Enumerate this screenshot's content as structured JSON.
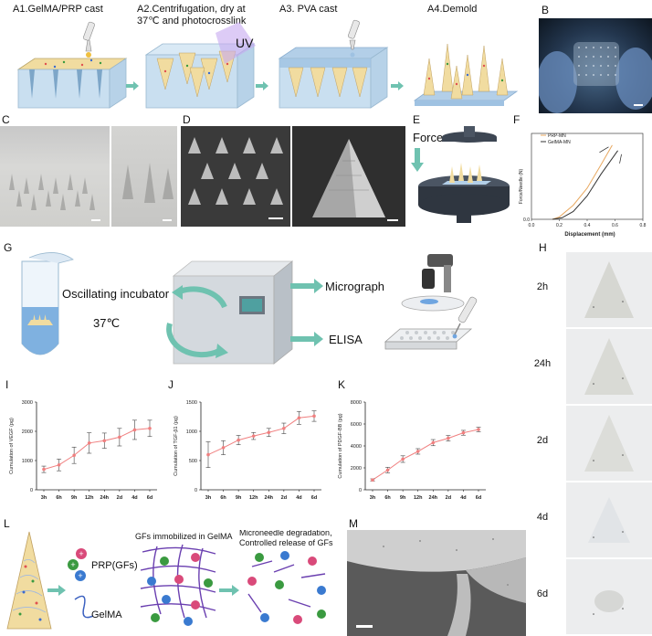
{
  "panels": {
    "A1": "A1.GelMA/PRP cast",
    "A2_line1": "A2.Centrifugation, dry at",
    "A2_line2": "37℃ and photocrosslink",
    "A3": "A3. PVA cast",
    "A4": "A4.Demold",
    "B": "B",
    "C": "C",
    "D": "D",
    "E": "E",
    "F": "F",
    "G": "G",
    "H": "H",
    "I": "I",
    "J": "J",
    "K": "K",
    "L": "L",
    "M": "M"
  },
  "schematic_A": {
    "uv_label": "UV"
  },
  "schematic_E": {
    "force_label": "Force"
  },
  "schematic_G": {
    "incubator_label": "Oscillating incubator",
    "temp_label": "37℃",
    "micrograph_label": "Micrograph",
    "elisa_label": "ELISA"
  },
  "schematic_L": {
    "prp_label": "PRP(GFs)",
    "gelma_label": "GelMA",
    "immob_label": "GFs immobilized in GelMA",
    "degrade_line1": "Microneedle degradation,",
    "degrade_line2": "Controlled release of GFs"
  },
  "h_labels": [
    "2h",
    "24h",
    "2d",
    "4d",
    "6d"
  ],
  "chart_data": [
    {
      "id": "F",
      "type": "line",
      "xlabel": "Displacement (mm)",
      "ylabel": "Force/Needle (N)",
      "xlim": [
        0,
        0.8
      ],
      "xticks": [
        "0.0",
        "0.2",
        "0.4",
        "0.6",
        "0.8"
      ],
      "yticks": [
        "0.0"
      ],
      "legend_position": "top-left",
      "series": [
        {
          "name": "PRP-MN",
          "color": "#e8a860",
          "x": [
            0.15,
            0.2,
            0.3,
            0.4,
            0.5,
            0.58
          ],
          "y": [
            0,
            0.03,
            0.18,
            0.4,
            0.7,
            0.95
          ]
        },
        {
          "name": "GelMA-MN",
          "color": "#333333",
          "x": [
            0.15,
            0.22,
            0.3,
            0.4,
            0.5,
            0.62
          ],
          "y": [
            0,
            0.02,
            0.1,
            0.3,
            0.58,
            0.88
          ]
        }
      ],
      "ylim": [
        0,
        1.1
      ]
    },
    {
      "id": "I",
      "type": "line",
      "ylabel": "Cumulation of VEGF (pg)",
      "categories": [
        "3h",
        "6h",
        "9h",
        "12h",
        "24h",
        "2d",
        "4d",
        "6d"
      ],
      "yticks": [
        "0",
        "1000",
        "2000",
        "3000"
      ],
      "ylim": [
        0,
        3000
      ],
      "values": [
        700,
        850,
        1180,
        1600,
        1680,
        1800,
        2050,
        2100
      ],
      "errors": [
        110,
        200,
        280,
        350,
        260,
        300,
        330,
        280
      ],
      "color": "#f08080"
    },
    {
      "id": "J",
      "type": "line",
      "ylabel": "Cumulation of TGF-β1 (pg)",
      "categories": [
        "3h",
        "6h",
        "9h",
        "12h",
        "24h",
        "2d",
        "4d",
        "6d"
      ],
      "yticks": [
        "0",
        "500",
        "1000",
        "1500"
      ],
      "ylim": [
        0,
        1500
      ],
      "values": [
        600,
        720,
        850,
        920,
        980,
        1050,
        1230,
        1260
      ],
      "errors": [
        220,
        120,
        80,
        60,
        70,
        90,
        110,
        90
      ],
      "color": "#f08080"
    },
    {
      "id": "K",
      "type": "line",
      "ylabel": "Cumulation of PDGF-BB (pg)",
      "categories": [
        "3h",
        "6h",
        "9h",
        "12h",
        "24h",
        "2d",
        "4d",
        "6d"
      ],
      "yticks": [
        "0",
        "2000",
        "4000",
        "6000",
        "8000"
      ],
      "ylim": [
        0,
        8000
      ],
      "values": [
        900,
        1800,
        2800,
        3500,
        4300,
        4700,
        5200,
        5500
      ],
      "errors": [
        100,
        250,
        300,
        250,
        280,
        250,
        220,
        200
      ],
      "color": "#f08080"
    }
  ],
  "colors": {
    "arrow": "#6fc2b0",
    "series_pink": "#f08080",
    "panel_bg_blue": "#cfe4f2"
  }
}
